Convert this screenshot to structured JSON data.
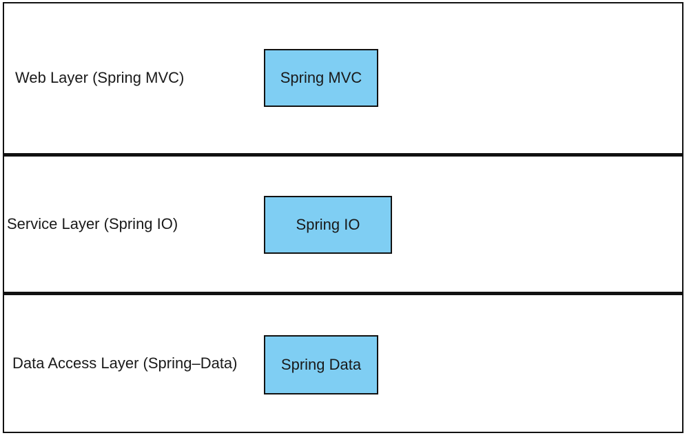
{
  "diagram": {
    "colors": {
      "box_fill": "#7FCEF3",
      "border": "#111111",
      "background": "#FFFFFF",
      "text": "#1A1A1A"
    },
    "layers": [
      {
        "label": "Web Layer (Spring MVC)",
        "box_label": "Spring MVC"
      },
      {
        "label": "Service Layer (Spring IO)",
        "box_label": "Spring IO"
      },
      {
        "label": "Data Access Layer (Spring–Data)",
        "box_label": "Spring Data"
      }
    ]
  }
}
